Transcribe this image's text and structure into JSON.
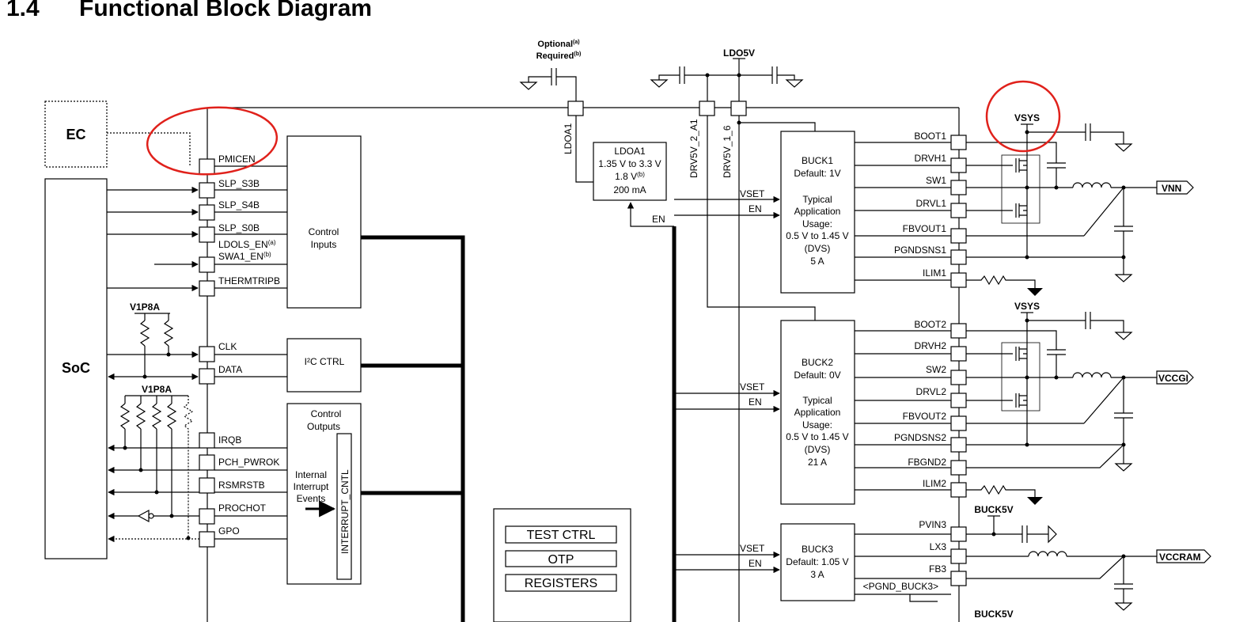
{
  "header": {
    "number": "1.4",
    "title": "Functional Block Diagram"
  },
  "left": {
    "ec": "EC",
    "soc": "SoC",
    "v1p8a_1": "V1P8A",
    "v1p8a_2": "V1P8A"
  },
  "pins_left": [
    "PMICEN",
    "SLP_S3B",
    "SLP_S4B",
    "SLP_S0B",
    "LDOLS_EN",
    "SWA1_EN",
    "THERMTRIPB",
    "CLK",
    "DATA",
    "IRQB",
    "PCH_PWROK",
    "RSMRSTB",
    "PROCHOT",
    "GPO"
  ],
  "sup": {
    "a": "(a)",
    "b": "(b)"
  },
  "blocks": {
    "control_inputs": [
      "Control",
      "Inputs"
    ],
    "i2c": "I²C CTRL",
    "control_outputs": [
      "Control",
      "Outputs"
    ],
    "internal_interrupt": [
      "Internal",
      "Interrupt",
      "Events"
    ],
    "interrupt_cntl": "INTERRUPT_CNTL",
    "test_ctrl": "TEST CTRL",
    "otp": "OTP",
    "registers": "REGISTERS"
  },
  "ldo": {
    "optional": "Optional",
    "required": "Required",
    "ldoa1_pin": "LDOA1",
    "lines": [
      "LDOA1",
      "1.35 V to 3.3 V",
      "1.8 V",
      "200 mA"
    ],
    "en": "EN",
    "ldo5v": "LDO5V",
    "drv5v_2": "DRV5V_2_A1",
    "drv5v_1": "DRV5V_1_6"
  },
  "buck1": {
    "lines": [
      "BUCK1",
      "Default: 1V",
      "",
      "Typical",
      "Application",
      "Usage:",
      "0.5 V to 1.45 V",
      "(DVS)",
      "5 A"
    ],
    "pins": [
      "BOOT1",
      "DRVH1",
      "SW1",
      "DRVL1",
      "FBVOUT1",
      "PGNDSNS1",
      "ILIM1"
    ],
    "vset": "VSET",
    "en": "EN",
    "vsys": "VSYS",
    "out": "VNN"
  },
  "buck2": {
    "lines": [
      "BUCK2",
      "Default: 0V",
      "",
      "Typical",
      "Application",
      "Usage:",
      "0.5 V to 1.45 V",
      "(DVS)",
      "21 A"
    ],
    "pins": [
      "BOOT2",
      "DRVH2",
      "SW2",
      "DRVL2",
      "FBVOUT2",
      "PGNDSNS2",
      "FBGND2",
      "ILIM2"
    ],
    "vset": "VSET",
    "en": "EN",
    "vsys": "VSYS",
    "out": "VCCGI"
  },
  "buck3": {
    "lines": [
      "BUCK3",
      "Default: 1.05 V",
      "3 A"
    ],
    "pins": [
      "PVIN3",
      "LX3",
      "FB3"
    ],
    "pgnd": "<PGND_BUCK3>",
    "vset": "VSET",
    "en": "EN",
    "supply": "BUCK5V",
    "out": "VCCRAM"
  },
  "bottom_label": "BUCK5V",
  "annotation_color": "#e0211b"
}
